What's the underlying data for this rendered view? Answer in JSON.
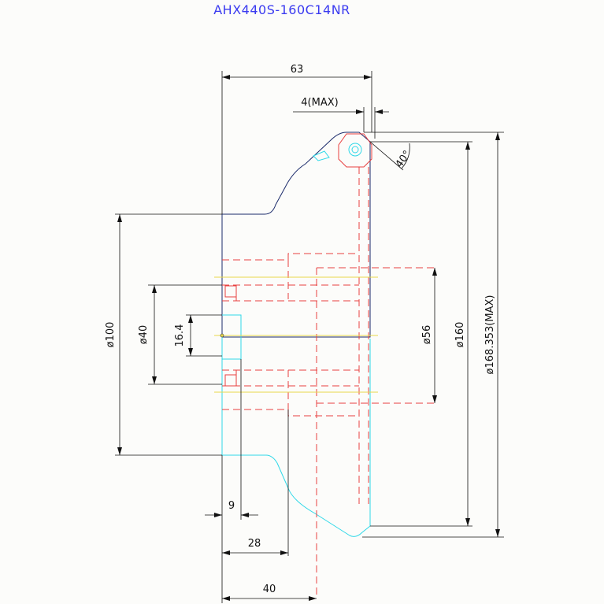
{
  "title": "AHX440S-160C14NR",
  "dimensions": {
    "width_63": "63",
    "max_4": "4(MAX)",
    "angle_40": "40°",
    "dia_100": "ø100",
    "dia_40": "ø40",
    "h_16_4": "16.4",
    "dia_56": "ø56",
    "dia_160": "ø160",
    "dia_168": "ø168.353(MAX)",
    "w_9": "9",
    "w_28": "28",
    "w_40": "40"
  },
  "colors": {
    "title": "#3a3af0",
    "outline": "#1a2a6a",
    "cyan": "#2fd8e8",
    "red": "#e84040",
    "yellow": "#e8d84a"
  }
}
